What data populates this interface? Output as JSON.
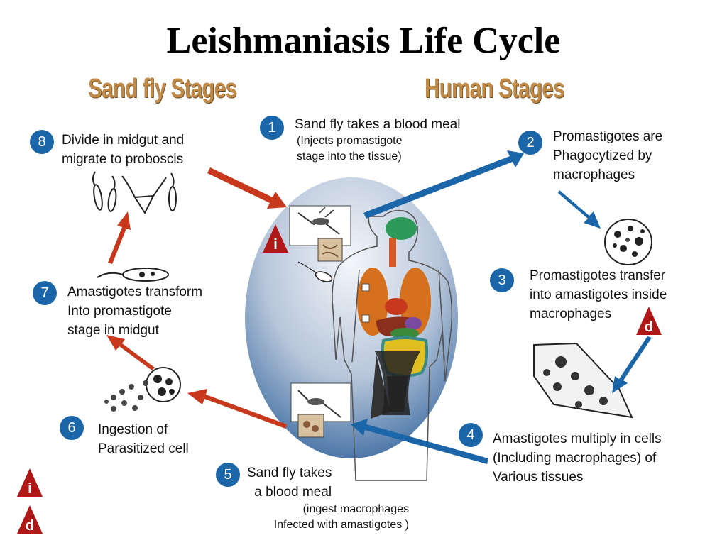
{
  "title": "Leishmaniasis Life Cycle",
  "headers": {
    "sandfly": "Sand fly Stages",
    "human": "Human Stages"
  },
  "steps": [
    {
      "num": "1",
      "lines": [
        "Sand fly takes a blood meal"
      ],
      "sub": [
        "(Injects promastigote",
        "stage into the tissue)"
      ]
    },
    {
      "num": "2",
      "lines": [
        "Promastigotes are",
        "Phagocytized by",
        "macrophages"
      ]
    },
    {
      "num": "3",
      "lines": [
        "Promastigotes transfer",
        "into amastigotes inside",
        "macrophages"
      ]
    },
    {
      "num": "4",
      "lines": [
        "Amastigotes multiply in cells",
        "(Including macrophages) of",
        "Various tissues"
      ]
    },
    {
      "num": "5",
      "lines": [
        "Sand fly takes",
        "a blood meal"
      ],
      "sub": [
        "(ingest macrophages",
        "Infected with amastigotes )"
      ]
    },
    {
      "num": "6",
      "lines": [
        "Ingestion of",
        "Parasitized cell"
      ]
    },
    {
      "num": "7",
      "lines": [
        "Amastigotes transform",
        "Into promastigote",
        "stage in midgut"
      ]
    },
    {
      "num": "8",
      "lines": [
        "Divide in midgut and",
        "migrate to proboscis"
      ]
    }
  ],
  "markers": {
    "infective": "i",
    "diagnostic": "d"
  },
  "colors": {
    "blue_arrow": "#1a66a8",
    "red_arrow": "#c8381c",
    "badge": "#1a66a8",
    "marker": "#b01818",
    "header": "#c08a46"
  }
}
